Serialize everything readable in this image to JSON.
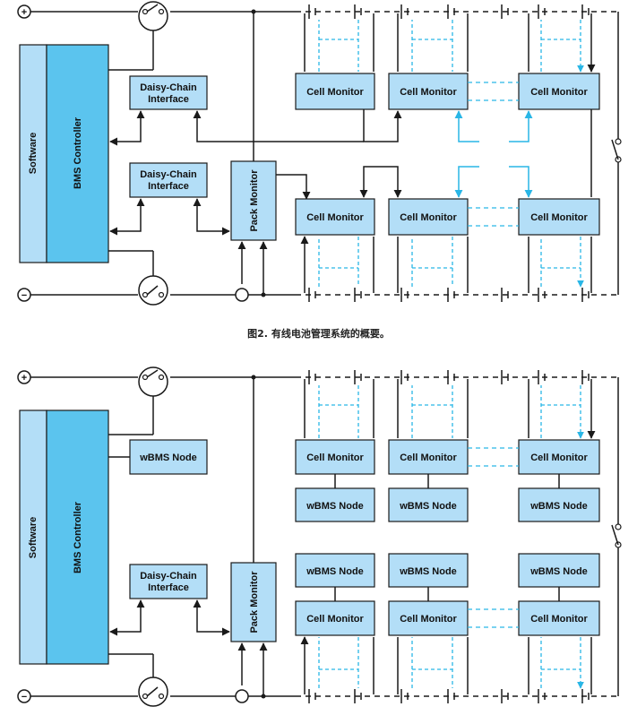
{
  "labels": {
    "software": "Software",
    "bms_controller": "BMS Controller",
    "daisy_chain_line1": "Daisy-Chain",
    "daisy_chain_line2": "Interface",
    "cell_monitor": "Cell Monitor",
    "pack_monitor": "Pack Monitor",
    "wbms_node": "wBMS Node",
    "plus": "+",
    "minus": "−"
  },
  "caption": "图2. 有线电池管理系统的概要。",
  "colors": {
    "box_light": "#b3def7",
    "box_controller": "#5bc4ee",
    "stroke": "#1a1a1a",
    "accent_dashed": "#29b6e6"
  }
}
